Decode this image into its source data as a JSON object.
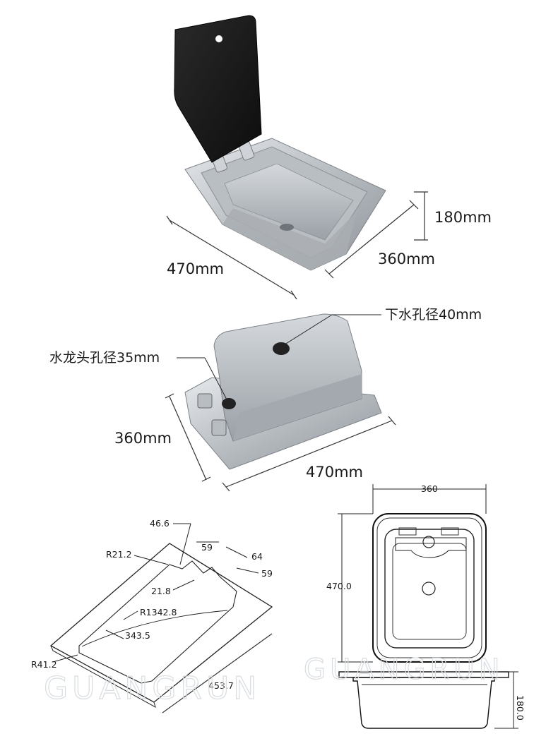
{
  "top_view": {
    "length": "470mm",
    "width": "360mm",
    "height": "180mm"
  },
  "bottom_view": {
    "drain_hole": "下水孔径40mm",
    "tap_hole": "水龙头孔径35mm",
    "width": "360mm",
    "length": "470mm"
  },
  "drawing_left": {
    "d_46_6": "46.6",
    "d_59a": "59",
    "d_64": "64",
    "d_59b": "59",
    "r_21_2": "R21.2",
    "d_21_8": "21.8",
    "r_1342_8": "R1342.8",
    "d_343_5": "343.5",
    "r_41_2": "R41.2",
    "d_453_7": "453.7"
  },
  "drawing_right": {
    "width": "360",
    "length": "470.0",
    "height": "180.0"
  },
  "watermark": {
    "left": "GUANGRUN",
    "right": "GUANGRUN"
  },
  "colors": {
    "lid": "#151515",
    "steel": "#c9cdd1",
    "steel_dark": "#8f959b",
    "line": "#222222"
  }
}
